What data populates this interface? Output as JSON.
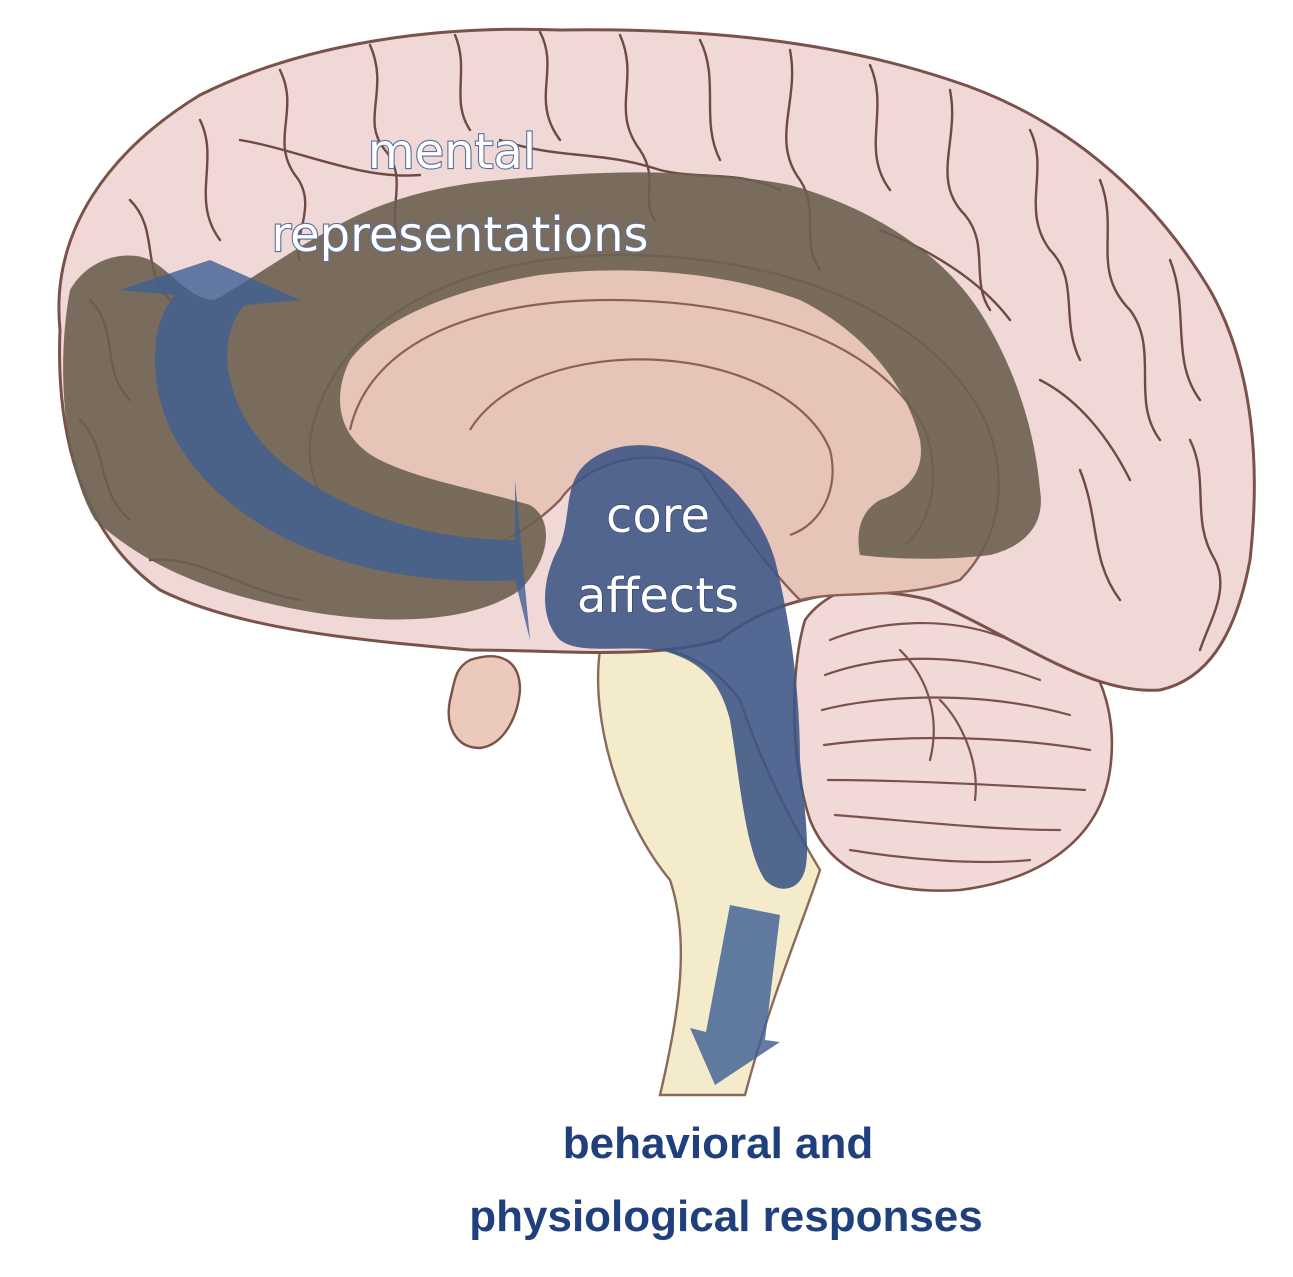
{
  "labels": {
    "mental_line1": "mental",
    "mental_line2": "representations",
    "core_line1": "core",
    "core_line2": "affects",
    "response_line1": "behavioral and",
    "response_line2": "physiological responses"
  },
  "colors": {
    "cortex": "#f0d8d6",
    "inner_tissue": "#e6c5b8",
    "brainstem": "#f3ebca",
    "mental_band": "#6b6150",
    "core_region": "#3b5484",
    "arrow": "#3f5f94",
    "outline": "#6e4a42",
    "response_text": "#1f3f7d"
  }
}
